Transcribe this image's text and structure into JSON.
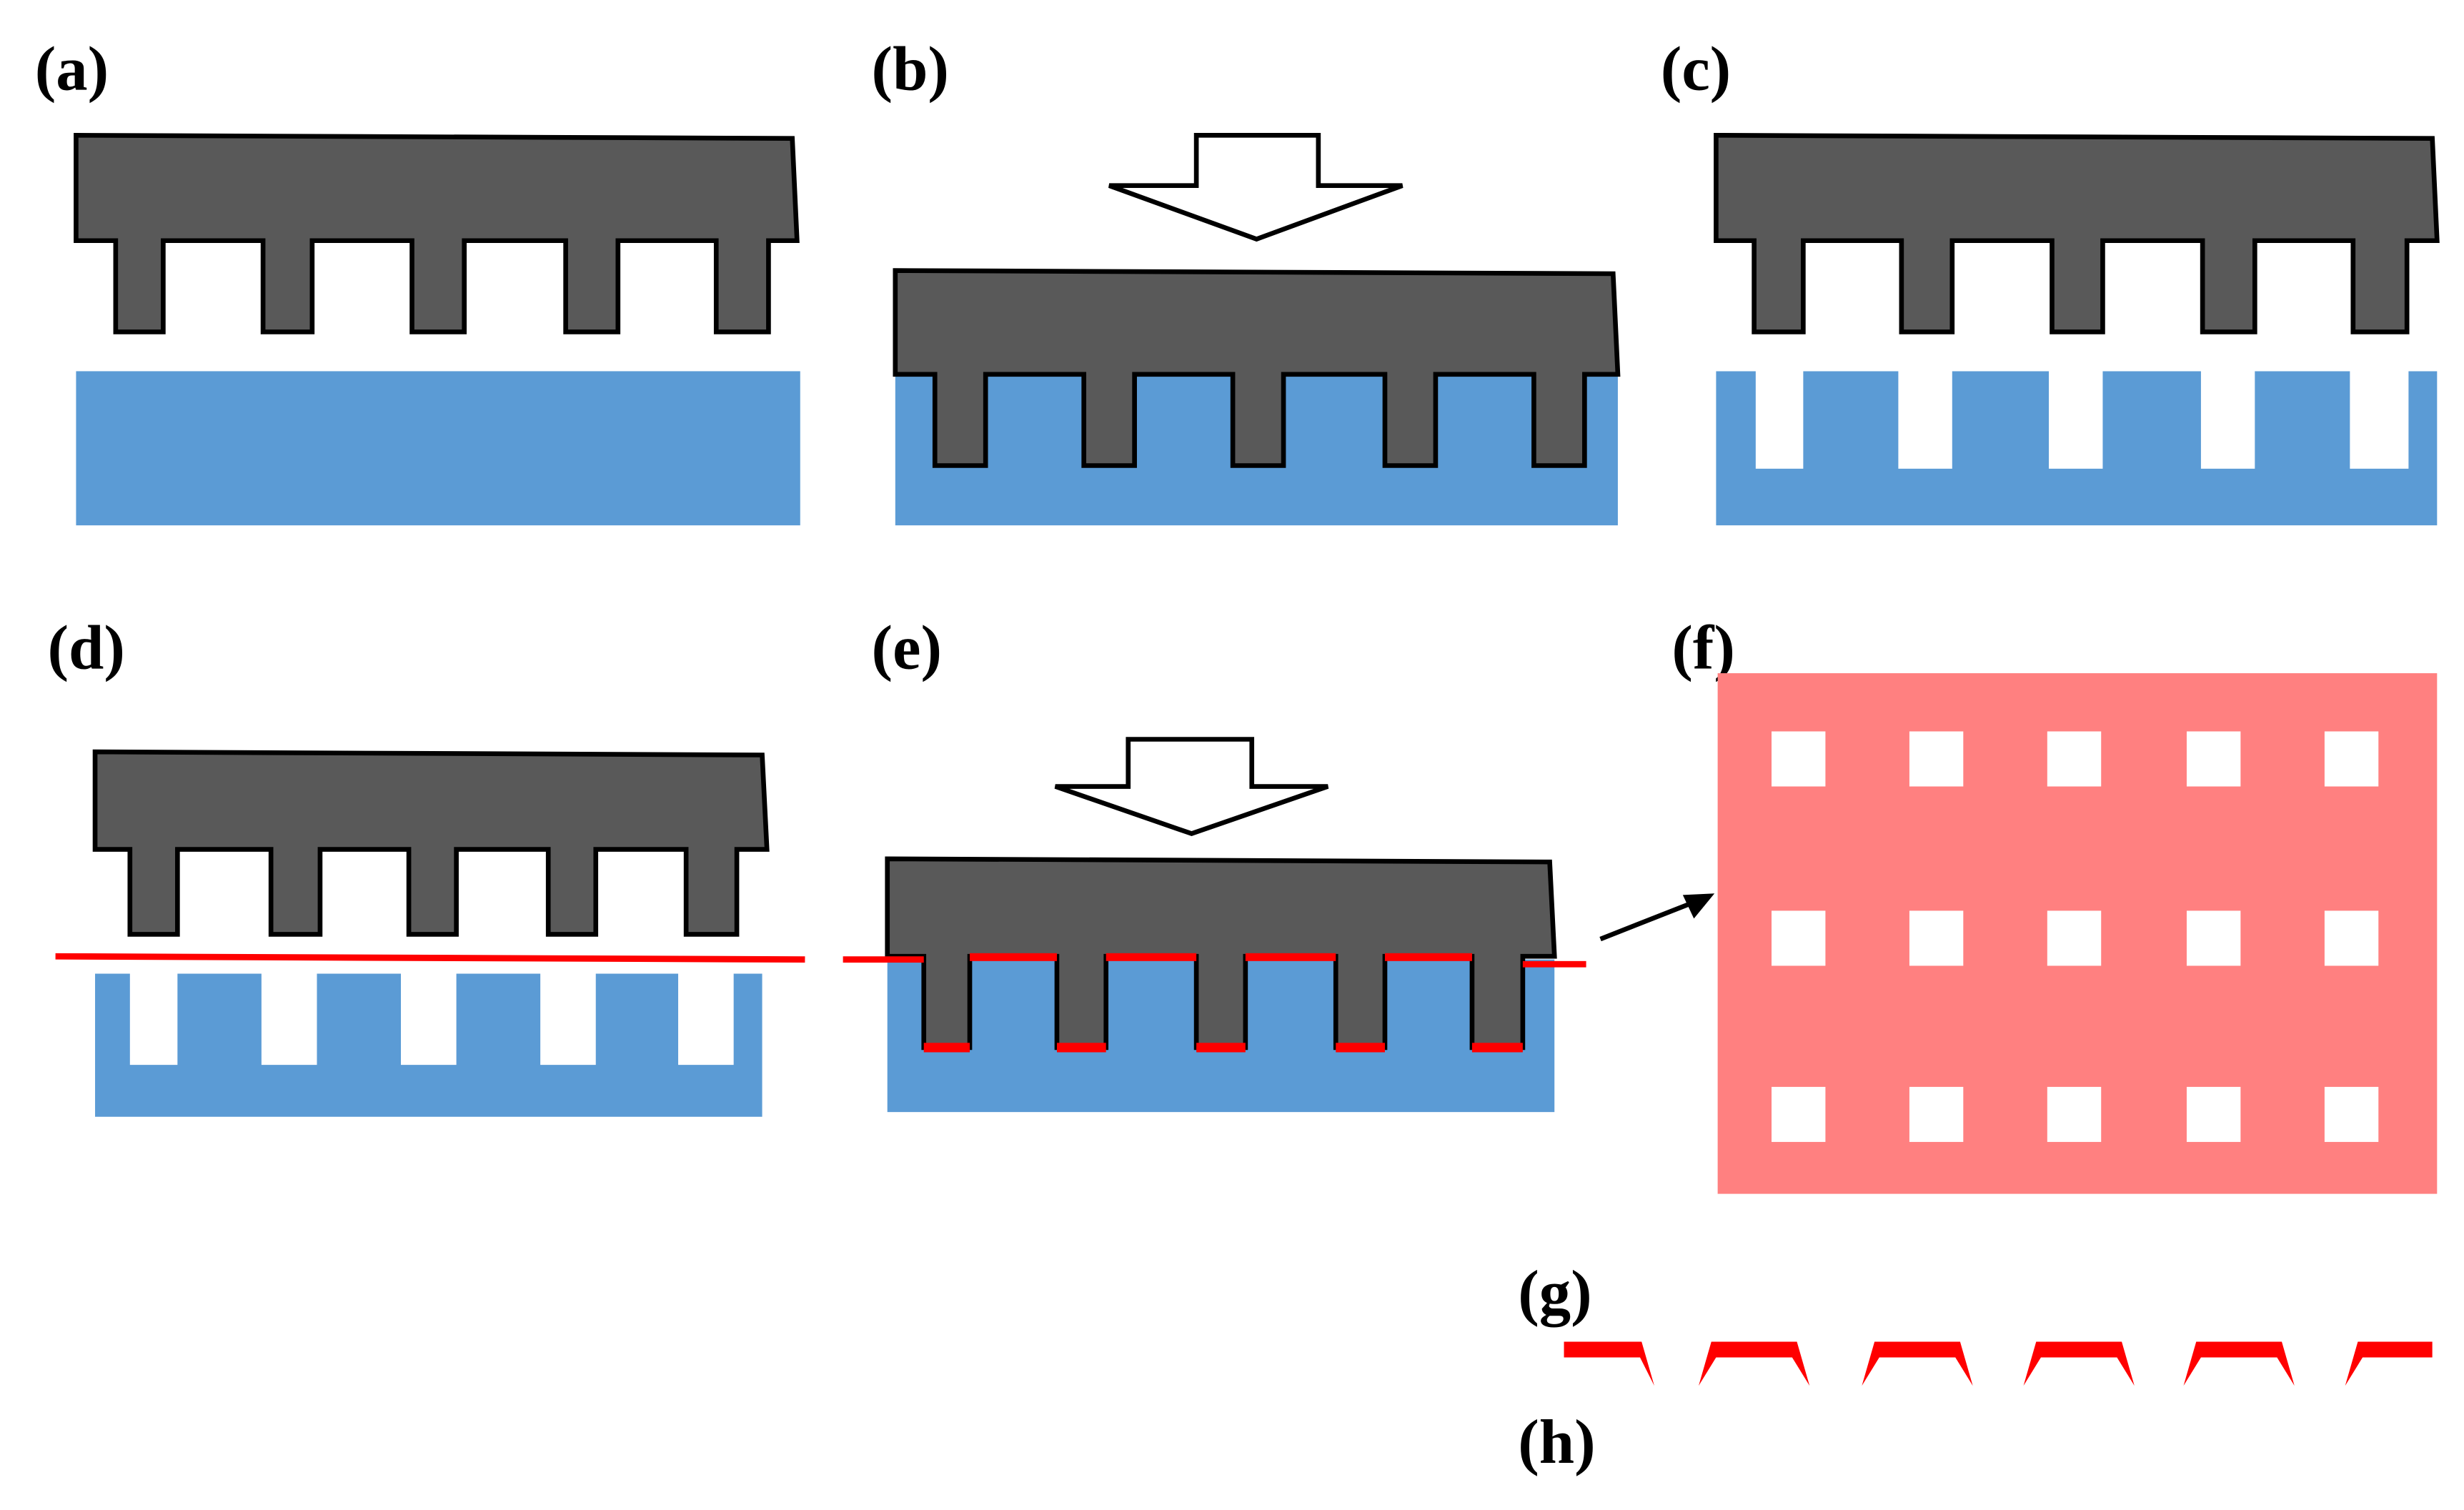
{
  "panels": {
    "a": "(a)",
    "b": "(b)",
    "c": "(c)",
    "d": "(d)",
    "e": "(e)",
    "f": "(f)",
    "g": "(g)",
    "h": "(h)"
  },
  "colors": {
    "mold": "#595959",
    "mold_outline": "#000000",
    "substrate": "#5b9bd5",
    "film": "#ff0000",
    "membrane": "#ff8080",
    "background": "#ffffff"
  },
  "icons": {
    "press_arrow": "hollow-down-arrow-icon",
    "pointer_arrow": "black-arrow-icon"
  },
  "membrane_grid": {
    "rows": 3,
    "columns": 5
  }
}
